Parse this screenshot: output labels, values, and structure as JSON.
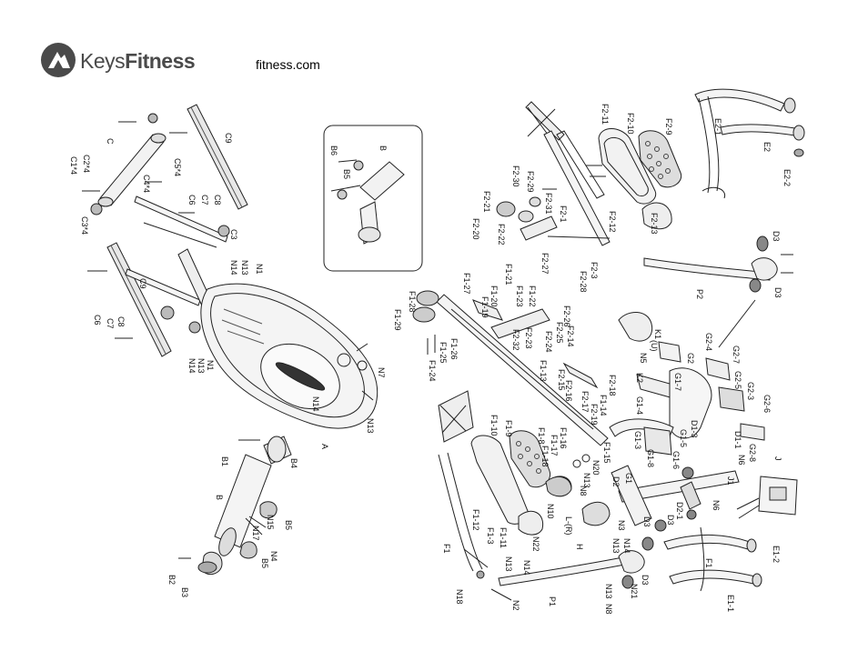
{
  "brand": {
    "logo_text_main": "Keys",
    "logo_text_bold": "Fitness",
    "website": "fitness.com"
  },
  "labels": {
    "C": "C",
    "C1x4": "C1*4",
    "C2x4": "C2*4",
    "C3x4": "C3*4",
    "C4x4": "C4*4",
    "C5x4": "C5*4",
    "C6a": "C6",
    "C7a": "C7",
    "C8a": "C8",
    "C9a": "C9",
    "C3": "C3",
    "C6b": "C6",
    "C7b": "C7",
    "C8b": "C8",
    "C9b": "C9",
    "N1a": "N1",
    "N13a": "N13",
    "N14a": "N14",
    "N1b": "N1",
    "N13b": "N13",
    "N14b": "N14",
    "N7": "N7",
    "N13c": "N13",
    "N14c": "N14",
    "A": "A",
    "B": "B",
    "B5": "B5",
    "B6": "B6",
    "B1": "B1",
    "B4": "B4",
    "Bb": "B",
    "N15": "N15",
    "N17": "N17",
    "N4": "N4",
    "B5b": "B5",
    "B5c": "B5",
    "B2": "B2",
    "B3": "B3",
    "F2_11": "F2-11",
    "F2_10": "F2-10",
    "F2_9": "F2-9",
    "F2_30": "F2-30",
    "F2_29": "F2-29",
    "F2_31": "F2-31",
    "F2_21": "F2-21",
    "F2_20": "F2-20",
    "F2_22": "F2-22",
    "F2_1": "F2-1",
    "F2_12": "F2-12",
    "F2_13": "F2-13",
    "F2_3": "F2-3",
    "F2_27": "F2-27",
    "F2_28": "F2-28",
    "E2_1": "E2-1",
    "E2": "E2",
    "E2_2": "E2-2",
    "D3a": "D3",
    "D3b": "D3",
    "P2": "P2",
    "F1_28": "F1-28",
    "F1_27": "F1-27",
    "F1_20": "F1-20",
    "F1_21": "F1-21",
    "F1_22": "F1-22",
    "F1_23": "F1-23",
    "F1_19": "F1-19",
    "F1_29": "F1-29",
    "F2_26": "F2-26",
    "F2_25": "F2-25",
    "F2_14": "F2-14",
    "F2_32": "F2-32",
    "F2_23": "F2-23",
    "F2_24": "F2-24",
    "F1_26": "F1-26",
    "F1_25": "F1-25",
    "F1_24": "F1-24",
    "F1_13": "F1-13",
    "F2_15": "F2-15",
    "F2_16": "F2-16",
    "F2_17": "F2-17",
    "F2_18": "F2-18",
    "F2_19": "F2-19",
    "F1_14": "F1-14",
    "F1_15": "F1-15",
    "K1": "K1",
    "N5": "N5",
    "U": "(U)",
    "K2": "K2",
    "G2": "G2",
    "G2_4": "G2-4",
    "G2_5": "G2-5",
    "G2_7": "G2-7",
    "G2_3": "G2-3",
    "G2_6": "G2-6",
    "G2_8": "G2-8",
    "G1_7": "G1-7",
    "G1_4": "G1-4",
    "G1_3": "G1-3",
    "G1_8": "G1-8",
    "G1_5": "G1-5",
    "G1_6": "G1-6",
    "G1": "G1",
    "D1_1": "D1-1",
    "D1_3": "D1-3",
    "N6a": "N6",
    "N6b": "N6",
    "J1": "J1",
    "J": "J",
    "D2_1": "D2-1",
    "D2": "D2",
    "D3c": "D3",
    "D3d": "D3",
    "F1_10": "F1-10",
    "F1_9": "F1-9",
    "F1_16": "F1-16",
    "F1_17": "F1-17",
    "F1_8": "F1-8",
    "F1_18": "F1-18",
    "N20": "N20",
    "N13d": "N13",
    "N8a": "N8",
    "N10": "N10",
    "L_R": "L-(R)",
    "H": "H",
    "F1_12": "F1-12",
    "F1_11": "F1-11",
    "F1_3": "F1-3",
    "F1": "F1",
    "N22": "N22",
    "N14d": "N14",
    "N13e": "N13",
    "N18": "N18",
    "N2": "N2",
    "P1": "P1",
    "N3": "N3",
    "N13f": "N13",
    "N14e": "N14",
    "D3e": "D3",
    "N21": "N21",
    "N13g": "N13",
    "N8b": "N8",
    "F1b": "F1",
    "E1_2": "E1-2",
    "E1_1": "E1-1"
  }
}
